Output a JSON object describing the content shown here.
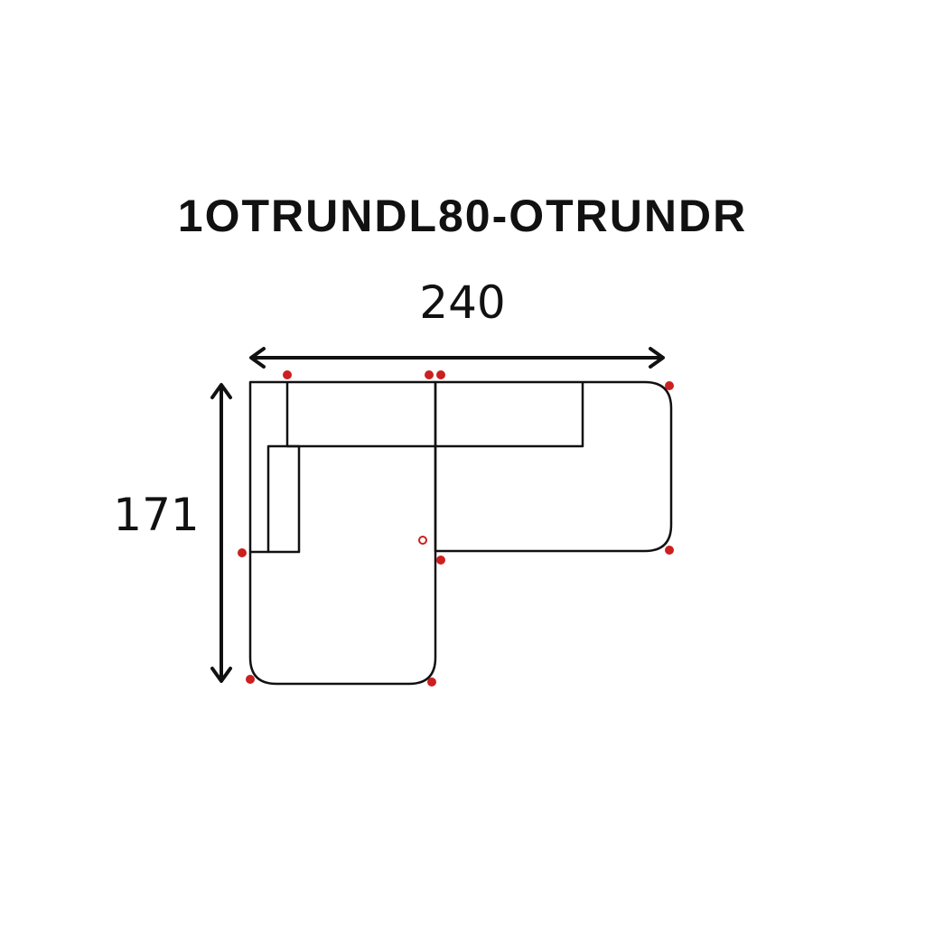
{
  "title": "1OTRUNDL80-OTRUNDR",
  "dimensions": {
    "width": "240",
    "depth": "171"
  },
  "colors": {
    "outline": "#111111",
    "marker": "#cc1f1f"
  }
}
